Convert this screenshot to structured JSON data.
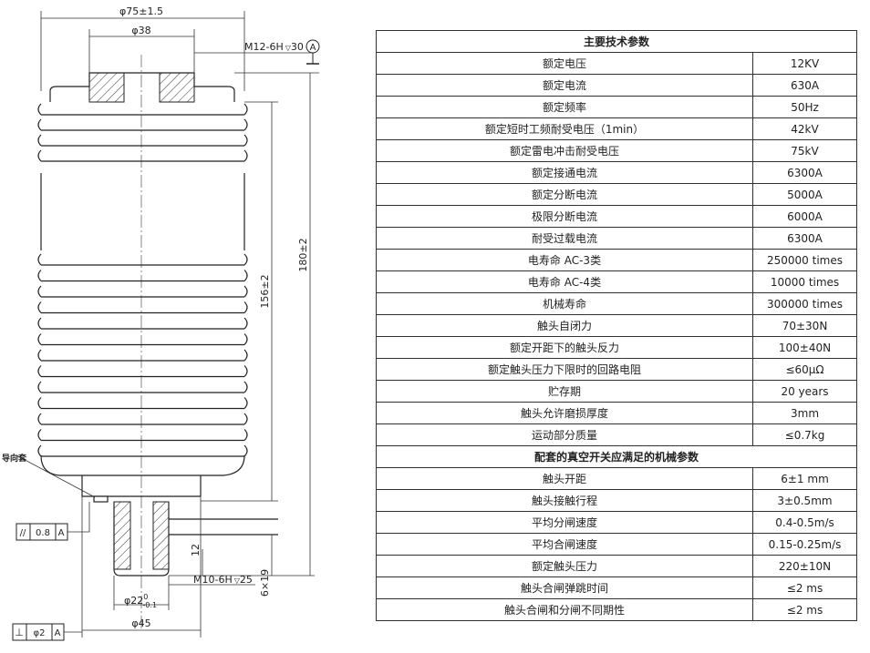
{
  "drawing": {
    "dim_top_diameter": "φ75±1.5",
    "dim_bore_diameter": "φ38",
    "thread_top": "M12-6H",
    "thread_top_depth": "30",
    "datum_label": "A",
    "dim_total_height": "180±2",
    "dim_body_height": "156±2",
    "dim_stem_length": "12",
    "dim_travel": "6×19",
    "thread_bottom": "M10-6H",
    "thread_bottom_depth": "25",
    "dim_stem_diameter": "φ22",
    "dim_stem_tol_upper": "0",
    "dim_stem_tol_lower": "-0.1",
    "dim_base_diameter": "φ45",
    "guide_sleeve_label": "导向套",
    "fcf_parallel": {
      "symbol": "//",
      "value": "0.8",
      "datum": "A"
    },
    "fcf_perpendicular": {
      "symbol": "⊥",
      "value": "φ2",
      "datum": "A"
    }
  },
  "spec_table": {
    "header": "主要技术参数",
    "rows": [
      {
        "name": "额定电压",
        "value": "12KV"
      },
      {
        "name": "额定电流",
        "value": "630A"
      },
      {
        "name": "额定频率",
        "value": "50Hz"
      },
      {
        "name": "额定短时工频耐受电压（1min）",
        "value": "42kV"
      },
      {
        "name": "额定雷电冲击耐受电压",
        "value": "75kV"
      },
      {
        "name": "额定接通电流",
        "value": "6300A"
      },
      {
        "name": "额定分断电流",
        "value": "5000A"
      },
      {
        "name": "极限分断电流",
        "value": "6000A"
      },
      {
        "name": "耐受过载电流",
        "value": "6300A"
      },
      {
        "name": "电寿命 AC-3类",
        "value": "250000 times"
      },
      {
        "name": "电寿命 AC-4类",
        "value": "10000 times"
      },
      {
        "name": "机械寿命",
        "value": "300000 times"
      },
      {
        "name": "触头自闭力",
        "value": "70±30N"
      },
      {
        "name": "额定开距下的触头反力",
        "value": "100±40N"
      },
      {
        "name": "额定触头压力下限时的回路电阻",
        "value": "≤60μΩ"
      },
      {
        "name": "贮存期",
        "value": "20 years"
      },
      {
        "name": "触头允许磨损厚度",
        "value": "3mm"
      },
      {
        "name": "运动部分质量",
        "value": "≤0.7kg"
      }
    ],
    "mech_header": "配套的真空开关应满足的机械参数",
    "mech_rows": [
      {
        "name": "触头开距",
        "value": "6±1 mm"
      },
      {
        "name": "触头接触行程",
        "value": "3±0.5mm"
      },
      {
        "name": "平均分闸速度",
        "value": "0.4-0.5m/s"
      },
      {
        "name": "平均合闸速度",
        "value": "0.15-0.25m/s"
      },
      {
        "name": "额定触头压力",
        "value": "220±10N"
      },
      {
        "name": "触头合闸弹跳时间",
        "value": "≤2 ms"
      },
      {
        "name": "触头合闸和分闸不同期性",
        "value": "≤2 ms"
      }
    ]
  }
}
